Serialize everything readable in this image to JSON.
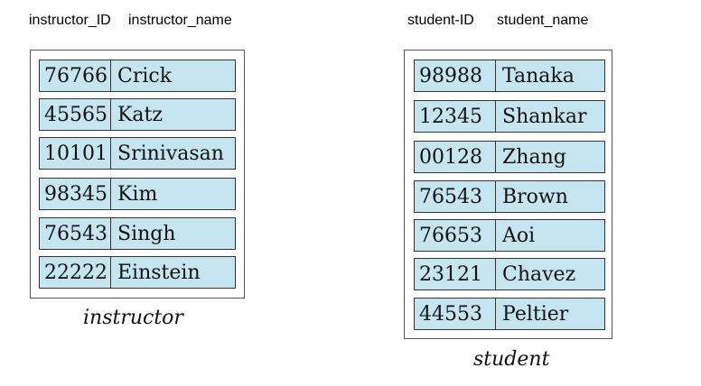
{
  "instructor": {
    "headers": [
      "instructor_ID",
      "instructor_name"
    ],
    "caption": "instructor",
    "rows": [
      {
        "id": "76766",
        "name": "Crick"
      },
      {
        "id": "45565",
        "name": "Katz"
      },
      {
        "id": "10101",
        "name": "Srinivasan"
      },
      {
        "id": "98345",
        "name": "Kim"
      },
      {
        "id": "76543",
        "name": "Singh"
      },
      {
        "id": "22222",
        "name": "Einstein"
      }
    ]
  },
  "student": {
    "headers": [
      "student-ID",
      "student_name"
    ],
    "caption": "student",
    "rows": [
      {
        "id": "98988",
        "name": "Tanaka"
      },
      {
        "id": "12345",
        "name": "Shankar"
      },
      {
        "id": "00128",
        "name": "Zhang"
      },
      {
        "id": "76543",
        "name": "Brown"
      },
      {
        "id": "76653",
        "name": "Aoi"
      },
      {
        "id": "23121",
        "name": "Chavez"
      },
      {
        "id": "44553",
        "name": "Peltier"
      }
    ]
  },
  "colors": {
    "record_fill": "#c5e6f1",
    "border": "#333333"
  }
}
